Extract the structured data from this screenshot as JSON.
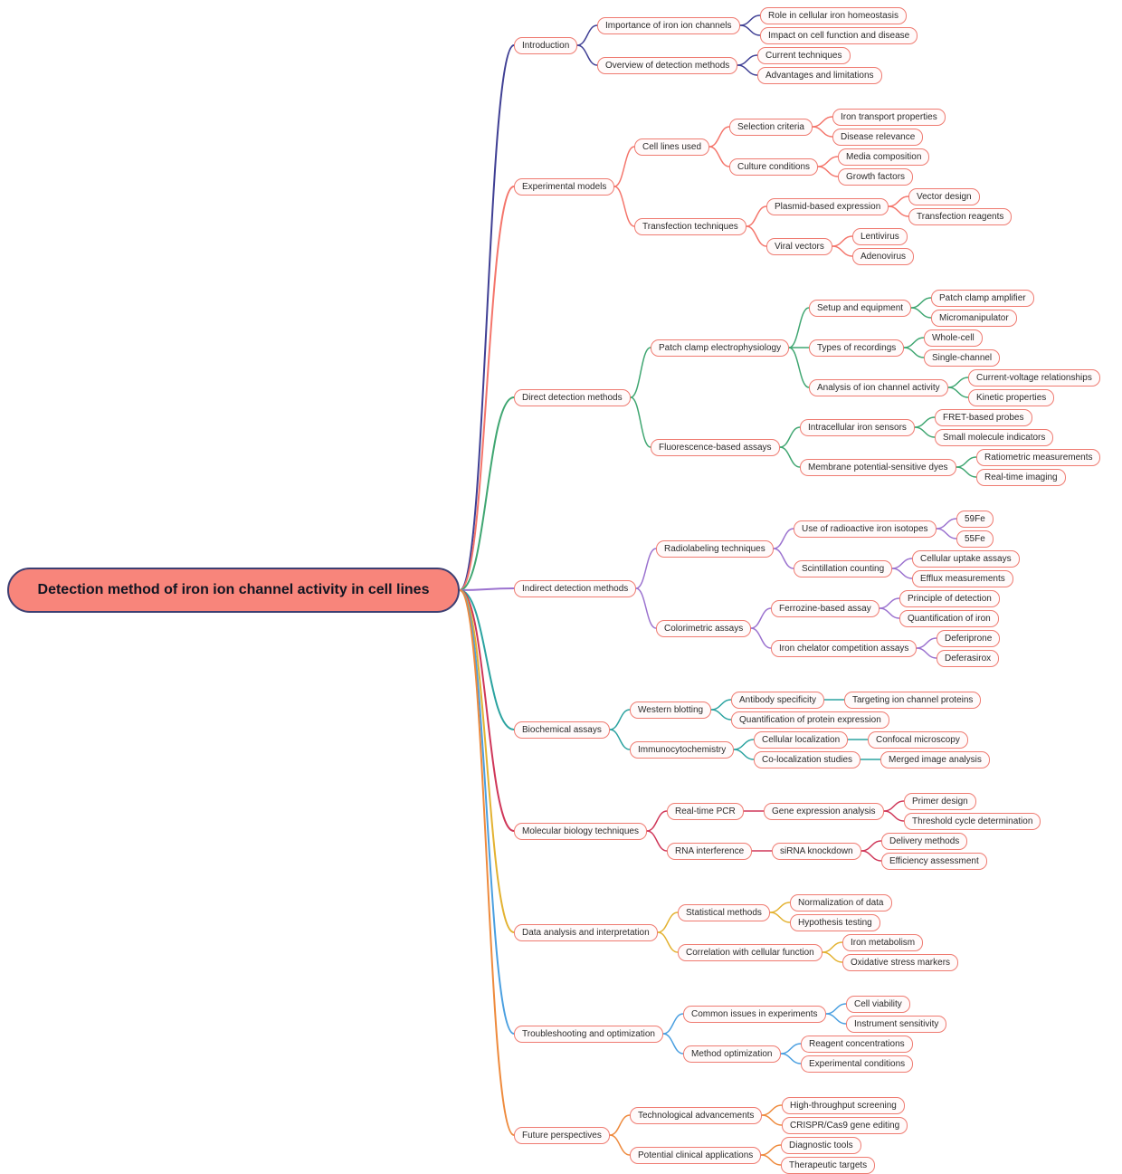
{
  "style": {
    "node_border_color": "#ef7b71",
    "node_fill_color": "#fffafa",
    "root_fill_color": "#f8857b",
    "root_border_color": "#3d3f72",
    "text_color": "#2b2b2b",
    "branch_colors": [
      "#3f3f94",
      "#f4756b",
      "#3fa671",
      "#9b72cf",
      "#2ba3a0",
      "#cf3759",
      "#e3b231",
      "#4a9fe0",
      "#ee8a3c"
    ]
  },
  "mindmap": {
    "label": "Detection method of iron ion channel activity in cell lines",
    "children": [
      {
        "label": "Introduction",
        "color": "#3f3f94",
        "children": [
          {
            "label": "Importance of iron ion channels",
            "children": [
              {
                "label": "Role in cellular iron homeostasis"
              },
              {
                "label": "Impact on cell function and disease"
              }
            ]
          },
          {
            "label": "Overview of detection methods",
            "children": [
              {
                "label": "Current techniques"
              },
              {
                "label": "Advantages and limitations"
              }
            ]
          }
        ]
      },
      {
        "label": "Experimental models",
        "color": "#f4756b",
        "children": [
          {
            "label": "Cell lines used",
            "children": [
              {
                "label": "Selection criteria",
                "children": [
                  {
                    "label": "Iron transport properties"
                  },
                  {
                    "label": "Disease relevance"
                  }
                ]
              },
              {
                "label": "Culture conditions",
                "children": [
                  {
                    "label": "Media composition"
                  },
                  {
                    "label": "Growth factors"
                  }
                ]
              }
            ]
          },
          {
            "label": "Transfection techniques",
            "children": [
              {
                "label": "Plasmid-based expression",
                "children": [
                  {
                    "label": "Vector design"
                  },
                  {
                    "label": "Transfection reagents"
                  }
                ]
              },
              {
                "label": "Viral vectors",
                "children": [
                  {
                    "label": "Lentivirus"
                  },
                  {
                    "label": "Adenovirus"
                  }
                ]
              }
            ]
          }
        ]
      },
      {
        "label": "Direct detection methods",
        "color": "#3fa671",
        "children": [
          {
            "label": "Patch clamp electrophysiology",
            "children": [
              {
                "label": "Setup and equipment",
                "children": [
                  {
                    "label": "Patch clamp amplifier"
                  },
                  {
                    "label": "Micromanipulator"
                  }
                ]
              },
              {
                "label": "Types of recordings",
                "children": [
                  {
                    "label": "Whole-cell"
                  },
                  {
                    "label": "Single-channel"
                  }
                ]
              },
              {
                "label": "Analysis of ion channel activity",
                "children": [
                  {
                    "label": "Current-voltage relationships"
                  },
                  {
                    "label": "Kinetic properties"
                  }
                ]
              }
            ]
          },
          {
            "label": "Fluorescence-based assays",
            "children": [
              {
                "label": "Intracellular iron sensors",
                "children": [
                  {
                    "label": "FRET-based probes"
                  },
                  {
                    "label": "Small molecule indicators"
                  }
                ]
              },
              {
                "label": "Membrane potential-sensitive dyes",
                "children": [
                  {
                    "label": "Ratiometric measurements"
                  },
                  {
                    "label": "Real-time imaging"
                  }
                ]
              }
            ]
          }
        ]
      },
      {
        "label": "Indirect detection methods",
        "color": "#9b72cf",
        "children": [
          {
            "label": "Radiolabeling techniques",
            "children": [
              {
                "label": "Use of radioactive iron isotopes",
                "children": [
                  {
                    "label": "59Fe"
                  },
                  {
                    "label": "55Fe"
                  }
                ]
              },
              {
                "label": "Scintillation counting",
                "children": [
                  {
                    "label": "Cellular uptake assays"
                  },
                  {
                    "label": "Efflux measurements"
                  }
                ]
              }
            ]
          },
          {
            "label": "Colorimetric assays",
            "children": [
              {
                "label": "Ferrozine-based assay",
                "children": [
                  {
                    "label": "Principle of detection"
                  },
                  {
                    "label": "Quantification of iron"
                  }
                ]
              },
              {
                "label": "Iron chelator competition assays",
                "children": [
                  {
                    "label": "Deferiprone"
                  },
                  {
                    "label": "Deferasirox"
                  }
                ]
              }
            ]
          }
        ]
      },
      {
        "label": "Biochemical assays",
        "color": "#2ba3a0",
        "children": [
          {
            "label": "Western blotting",
            "children": [
              {
                "label": "Antibody specificity",
                "children": [
                  {
                    "label": "Targeting ion channel proteins"
                  }
                ]
              },
              {
                "label": "Quantification of protein expression"
              }
            ]
          },
          {
            "label": "Immunocytochemistry",
            "children": [
              {
                "label": "Cellular localization",
                "children": [
                  {
                    "label": "Confocal microscopy"
                  }
                ]
              },
              {
                "label": "Co-localization studies",
                "children": [
                  {
                    "label": "Merged image analysis"
                  }
                ]
              }
            ]
          }
        ]
      },
      {
        "label": "Molecular biology techniques",
        "color": "#cf3759",
        "children": [
          {
            "label": "Real-time PCR",
            "children": [
              {
                "label": "Gene expression analysis",
                "children": [
                  {
                    "label": "Primer design"
                  },
                  {
                    "label": "Threshold cycle determination"
                  }
                ]
              }
            ]
          },
          {
            "label": "RNA interference",
            "children": [
              {
                "label": "siRNA knockdown",
                "children": [
                  {
                    "label": "Delivery methods"
                  },
                  {
                    "label": "Efficiency assessment"
                  }
                ]
              }
            ]
          }
        ]
      },
      {
        "label": "Data analysis and interpretation",
        "color": "#e3b231",
        "children": [
          {
            "label": "Statistical methods",
            "children": [
              {
                "label": "Normalization of data"
              },
              {
                "label": "Hypothesis testing"
              }
            ]
          },
          {
            "label": "Correlation with cellular function",
            "children": [
              {
                "label": "Iron metabolism"
              },
              {
                "label": "Oxidative stress markers"
              }
            ]
          }
        ]
      },
      {
        "label": "Troubleshooting and optimization",
        "color": "#4a9fe0",
        "children": [
          {
            "label": "Common issues in experiments",
            "children": [
              {
                "label": "Cell viability"
              },
              {
                "label": "Instrument sensitivity"
              }
            ]
          },
          {
            "label": "Method optimization",
            "children": [
              {
                "label": "Reagent concentrations"
              },
              {
                "label": "Experimental conditions"
              }
            ]
          }
        ]
      },
      {
        "label": "Future perspectives",
        "color": "#ee8a3c",
        "children": [
          {
            "label": "Technological advancements",
            "children": [
              {
                "label": "High-throughput screening"
              },
              {
                "label": "CRISPR/Cas9 gene editing"
              }
            ]
          },
          {
            "label": "Potential clinical applications",
            "children": [
              {
                "label": "Diagnostic tools"
              },
              {
                "label": "Therapeutic targets"
              }
            ]
          }
        ]
      }
    ]
  }
}
